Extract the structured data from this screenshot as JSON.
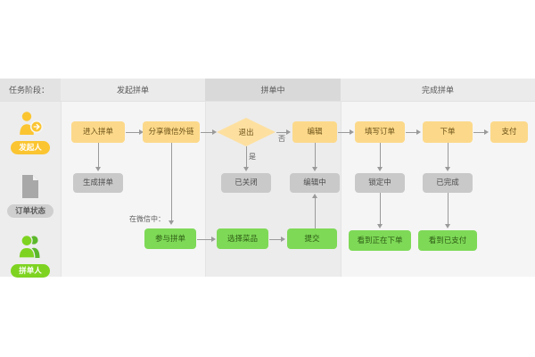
{
  "diagram": {
    "title_row_label": "任务阶段：",
    "stages": [
      {
        "id": "stage-initiate",
        "label": "发起拼单"
      },
      {
        "id": "stage-grouping",
        "label": "拼单中"
      },
      {
        "id": "stage-complete",
        "label": "完成拼单"
      }
    ],
    "legend": [
      {
        "id": "legend-initiator",
        "label": "发起人",
        "icon": "person-arrow-icon",
        "color": "#fbc531",
        "chip": "y"
      },
      {
        "id": "legend-order-state",
        "label": "订单状态",
        "icon": "document-icon",
        "color": "#a8a8a8",
        "chip": "gr"
      },
      {
        "id": "legend-participant",
        "label": "拼单人",
        "icon": "group-people-icon",
        "color": "#7ed321",
        "chip": "g"
      }
    ],
    "nodes": [
      {
        "id": "n-enter-group",
        "label": "进入拼单",
        "type": "action",
        "lane": "initiator"
      },
      {
        "id": "n-share-wechat",
        "label": "分享微信外链",
        "type": "action",
        "lane": "initiator"
      },
      {
        "id": "n-quit",
        "label": "退出",
        "type": "decision",
        "lane": "initiator"
      },
      {
        "id": "n-edit",
        "label": "编辑",
        "type": "action",
        "lane": "initiator"
      },
      {
        "id": "n-fill-order",
        "label": "填写订单",
        "type": "action",
        "lane": "initiator"
      },
      {
        "id": "n-place-order",
        "label": "下单",
        "type": "action",
        "lane": "initiator"
      },
      {
        "id": "n-pay",
        "label": "支付",
        "type": "action",
        "lane": "initiator"
      },
      {
        "id": "n-create-group",
        "label": "生成拼单",
        "type": "state",
        "lane": "order-state"
      },
      {
        "id": "n-closed",
        "label": "已关闭",
        "type": "state",
        "lane": "order-state"
      },
      {
        "id": "n-editing",
        "label": "编辑中",
        "type": "state",
        "lane": "order-state"
      },
      {
        "id": "n-locked",
        "label": "锁定中",
        "type": "state",
        "lane": "order-state"
      },
      {
        "id": "n-finished",
        "label": "已完成",
        "type": "state",
        "lane": "order-state"
      },
      {
        "id": "n-join-group",
        "label": "参与拼单",
        "type": "action",
        "lane": "participant"
      },
      {
        "id": "n-choose-dish",
        "label": "选择菜品",
        "type": "action",
        "lane": "participant"
      },
      {
        "id": "n-submit",
        "label": "提交",
        "type": "action",
        "lane": "participant"
      },
      {
        "id": "n-see-ordering",
        "label": "看到正在下单",
        "type": "action",
        "lane": "participant"
      },
      {
        "id": "n-see-paid",
        "label": "看到已支付",
        "type": "action",
        "lane": "participant"
      }
    ],
    "edge_labels": [
      {
        "id": "edge-quit-yes",
        "label": "是"
      },
      {
        "id": "edge-quit-no",
        "label": "否"
      },
      {
        "id": "edge-in-wechat",
        "label": "在微信中："
      }
    ],
    "colors": {
      "action_yellow": "#fcd98a",
      "action_green": "#7ed957",
      "state_gray": "#c9c9c9",
      "decision_yellow": "#fde0a0",
      "connector": "#9a9a9a",
      "band_light": "#f5f5f5",
      "band_mid": "#ececec",
      "band_legend": "#ededed"
    }
  }
}
